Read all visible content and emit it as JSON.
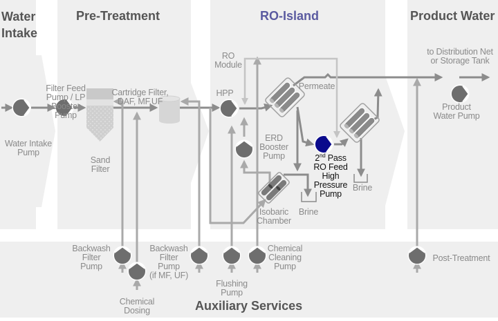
{
  "diagram": {
    "title": "Desalination plant process overview",
    "colors": {
      "panel": "#efefef",
      "chevron": "#ffffff",
      "pipe_main": "#8c8c8c",
      "pipe_aux": "#a9a9a9",
      "pipe_light": "#c4c4c4",
      "pump_fill": "#6e6e6e",
      "highlight_pump": "#0a0a8c",
      "section_title": "#555555",
      "section_title_accent": "#5a5aa0",
      "label_text": "#8a8a8a"
    },
    "sections": [
      {
        "id": "water-intake",
        "title_line1": "Water",
        "title_line2": "Intake"
      },
      {
        "id": "pre-treatment",
        "title": "Pre-Treatment"
      },
      {
        "id": "ro-island",
        "title": "RO-Island",
        "highlighted": true
      },
      {
        "id": "product-water",
        "title": "Product Water"
      },
      {
        "id": "auxiliary-services",
        "title": "Auxiliary Services"
      }
    ],
    "components": {
      "water_intake_pump": {
        "line1": "Water Intake",
        "line2": "Pump"
      },
      "filter_feed_pump": {
        "line1": "Filter Feed",
        "line2": "Pump / LP",
        "line3": "Booster",
        "line4": "Pump"
      },
      "sand_filter": {
        "line1": "Sand",
        "line2": "Filter"
      },
      "cartridge_filter": {
        "line1": "Cartridge Filter,",
        "line2": "DAF, MF,UF"
      },
      "hpp": {
        "label": "HPP"
      },
      "ro_module": {
        "line1": "RO",
        "line2": "Module"
      },
      "permeate": {
        "label": "Permeate"
      },
      "erd_booster_pump": {
        "line1": "ERD",
        "line2": "Booster",
        "line3": "Pump"
      },
      "second_pass_pump": {
        "sup_num": "2",
        "sup": "nd",
        "line1_rest": " Pass",
        "line2": "RO Feed",
        "line3": "High",
        "line4": "Pressure",
        "line5": "Pump"
      },
      "brine_1": {
        "label": "Brine"
      },
      "brine_2": {
        "label": "Brine"
      },
      "isobaric_chamber": {
        "line1": "Isobaric",
        "line2": "Chamber"
      },
      "distribution": {
        "line1": "to Distribution Net",
        "line2": "or Storage Tank"
      },
      "product_water_pump": {
        "line1": "Product",
        "line2": "Water Pump"
      },
      "backwash_filter_pump": {
        "line1": "Backwash",
        "line2": "Filter",
        "line3": "Pump"
      },
      "chemical_dosing": {
        "line1": "Chemical",
        "line2": "Dosing"
      },
      "backwash_filter_pump_mf": {
        "line1": "Backwash",
        "line2": "Filter",
        "line3": "Pump",
        "line4": "(if MF, UF)"
      },
      "flushing_pump": {
        "line1": "Flushing",
        "line2": "Pump"
      },
      "chemical_cleaning_pump": {
        "line1": "Chemical",
        "line2": "Cleaning",
        "line3": "Pump"
      },
      "post_treatment": {
        "label": "Post-Treatment"
      }
    }
  }
}
